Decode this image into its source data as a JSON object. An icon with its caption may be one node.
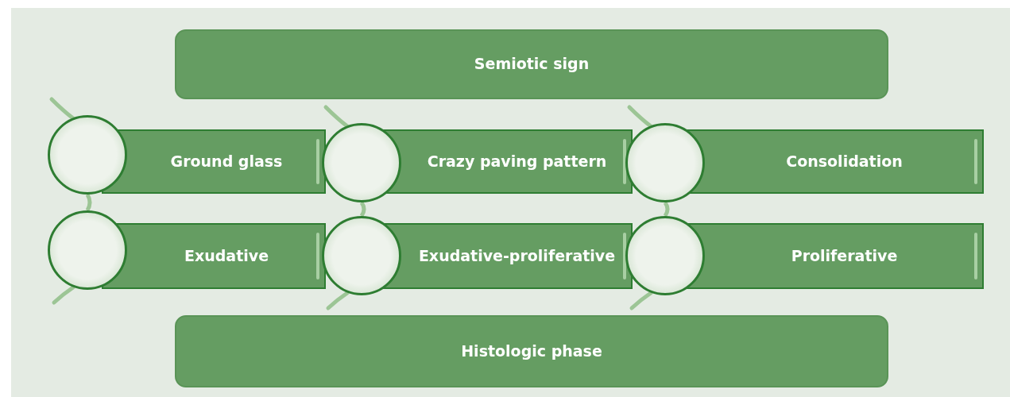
{
  "diagram": {
    "nodes": [
      {
        "text": [
          "Semiotic sign"
        ]
      },
      {
        "text": [],
        "shape": "circle"
      },
      {
        "text": [
          "Ground glass"
        ]
      },
      {
        "text": [],
        "shape": "circle"
      },
      {
        "text": [
          "Crazy paving pattern"
        ]
      },
      {
        "text": [],
        "shape": "circle"
      },
      {
        "text": [
          "Consolidation"
        ]
      },
      {
        "text": [],
        "shape": "circle"
      },
      {
        "text": [
          "Exudative"
        ]
      },
      {
        "text": [],
        "shape": "circle"
      },
      {
        "text": [
          "Exudative-proliferative"
        ]
      },
      {
        "text": [],
        "shape": "circle"
      },
      {
        "text": [
          "Proliferative"
        ]
      },
      {
        "text": [
          "Histologic phase"
        ]
      }
    ],
    "edges": [
      {
        "from": 1,
        "to": 7,
        "arrow": "none"
      },
      {
        "from": 3,
        "to": 9,
        "arrow": "none"
      },
      {
        "from": 5,
        "to": 11,
        "arrow": "none"
      }
    ]
  }
}
